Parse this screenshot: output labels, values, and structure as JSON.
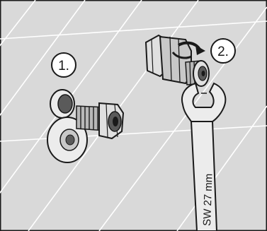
{
  "steps": [
    {
      "label": "1."
    },
    {
      "label": "2."
    }
  ],
  "wrench": {
    "marking": "SW 27  mm"
  },
  "colors": {
    "wall": "#d9d9d9",
    "tile_joint": "#ffffff",
    "outline": "#1a1a1a",
    "part_light": "#ececec",
    "part_mid": "#b8b8b8",
    "part_dark": "#5a5a5a"
  },
  "icons": {
    "rotation": "curved-arrow-icon"
  }
}
